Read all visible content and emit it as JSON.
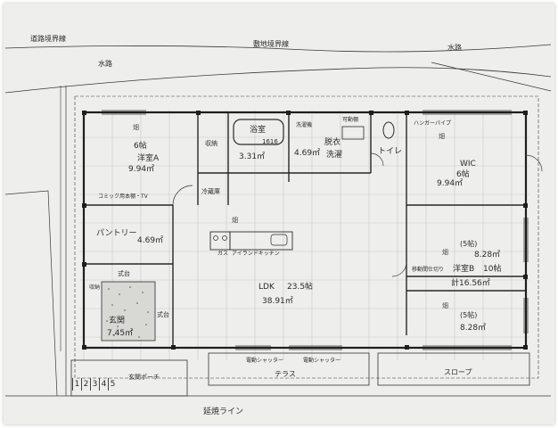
{
  "site": {
    "road_boundary": "道路境界線",
    "site_boundary": "敷地境界線",
    "waterway_left": "水路",
    "waterway_right": "水路",
    "extension_line": "延焼ライン"
  },
  "rooms": {
    "bedroom_a": {
      "mark": "畑",
      "mats": "6帖",
      "name": "洋室A",
      "area": "9.94㎡"
    },
    "storage": "収納",
    "bath": {
      "name": "浴室",
      "tub": "1616",
      "area": "3.31㎡"
    },
    "dressing": {
      "name": "脱衣",
      "sub": "洗濯",
      "area": "4.69㎡"
    },
    "toilet": "トイレ",
    "wic": {
      "mark": "畑",
      "name": "WIC",
      "mats": "6帖",
      "area": "9.94㎡"
    },
    "fridge": "冷蔵庫",
    "pantry": {
      "name": "パントリー",
      "area": "4.69㎡"
    },
    "kitchen": {
      "sink": "ガス",
      "island": "アイランドキッチン"
    },
    "ldk": {
      "mark": "畑",
      "name": "LDK",
      "mats": "23.5帖",
      "area": "38.91㎡"
    },
    "bedroom_b": {
      "upper": {
        "mark": "畑",
        "mats": "(5帖)",
        "area": "8.28㎡"
      },
      "name": "洋室B",
      "mats": "10帖",
      "total": "計16.56㎡",
      "lower": {
        "mark": "畑",
        "mats": "(5帖)",
        "area": "8.28㎡"
      },
      "partition": "移動間仕切り"
    },
    "entrance": {
      "name": "玄関",
      "area": "7.45㎡",
      "shikidai_top": "式台",
      "shikidai_side": "式台"
    },
    "porch": "玄関ポーチ",
    "terrace": "テラス",
    "slope": "スロープ"
  },
  "notes": {
    "washer": "洗濯機",
    "stand": "可動棚",
    "compact": "コミック用本棚・TV",
    "hanger": "ハンガーパイプ",
    "shoes": "収納",
    "shutter": "電動シャッター",
    "wide_shutter": "電動シャッター"
  },
  "steps": [
    "1",
    "2",
    "3",
    "4",
    "5"
  ]
}
